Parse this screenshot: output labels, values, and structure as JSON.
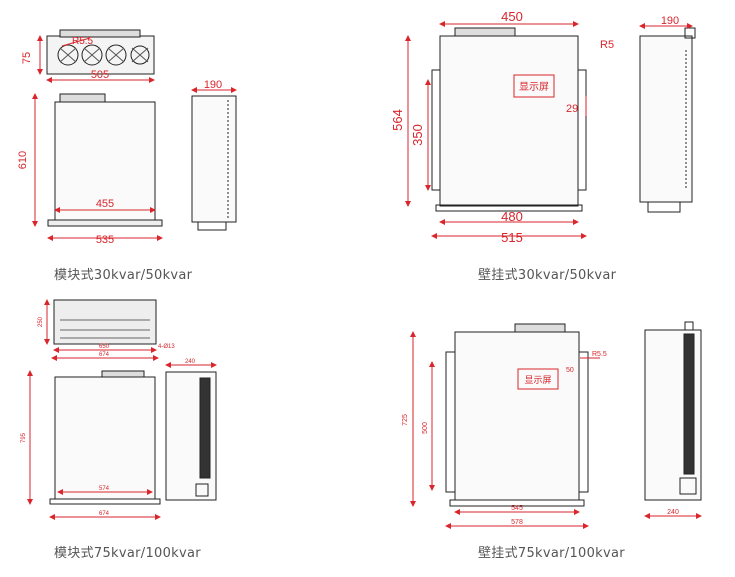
{
  "colors": {
    "dimension": "#d8262c",
    "outline": "#222222",
    "label_box": "#d8262c"
  },
  "panels": {
    "tl": {
      "caption": "模块式30kvar/50kvar",
      "dims": {
        "height_small": "75",
        "fan_r": "R5.5",
        "w_top": "505",
        "h_body": "610",
        "w_inner": "455",
        "w_base": "535",
        "w_side": "190"
      }
    },
    "tr": {
      "caption": "壁挂式30kvar/50kvar",
      "dims": {
        "w_top": "450",
        "radius": "R5",
        "h_total": "564",
        "h_inner": "350",
        "offset": "29",
        "w_inner": "480",
        "w_base": "515",
        "w_side": "190"
      },
      "screen_label": "显示屏"
    },
    "bl": {
      "caption": "模块式75kvar/100kvar",
      "dims": {
        "h_small": "250",
        "w_top": "650",
        "w_top2": "674",
        "r": "4-Ø13",
        "h_body": "795",
        "w_inner": "574",
        "w_base": "674",
        "w_side": "240"
      }
    },
    "br": {
      "caption": "壁挂式75kvar/100kvar",
      "dims": {
        "h_total": "725",
        "h_inner": "500",
        "offset": "50",
        "radius": "R5.5",
        "w_inner": "545",
        "w_base": "578",
        "w_side": "240"
      },
      "screen_label": "显示屏"
    }
  }
}
